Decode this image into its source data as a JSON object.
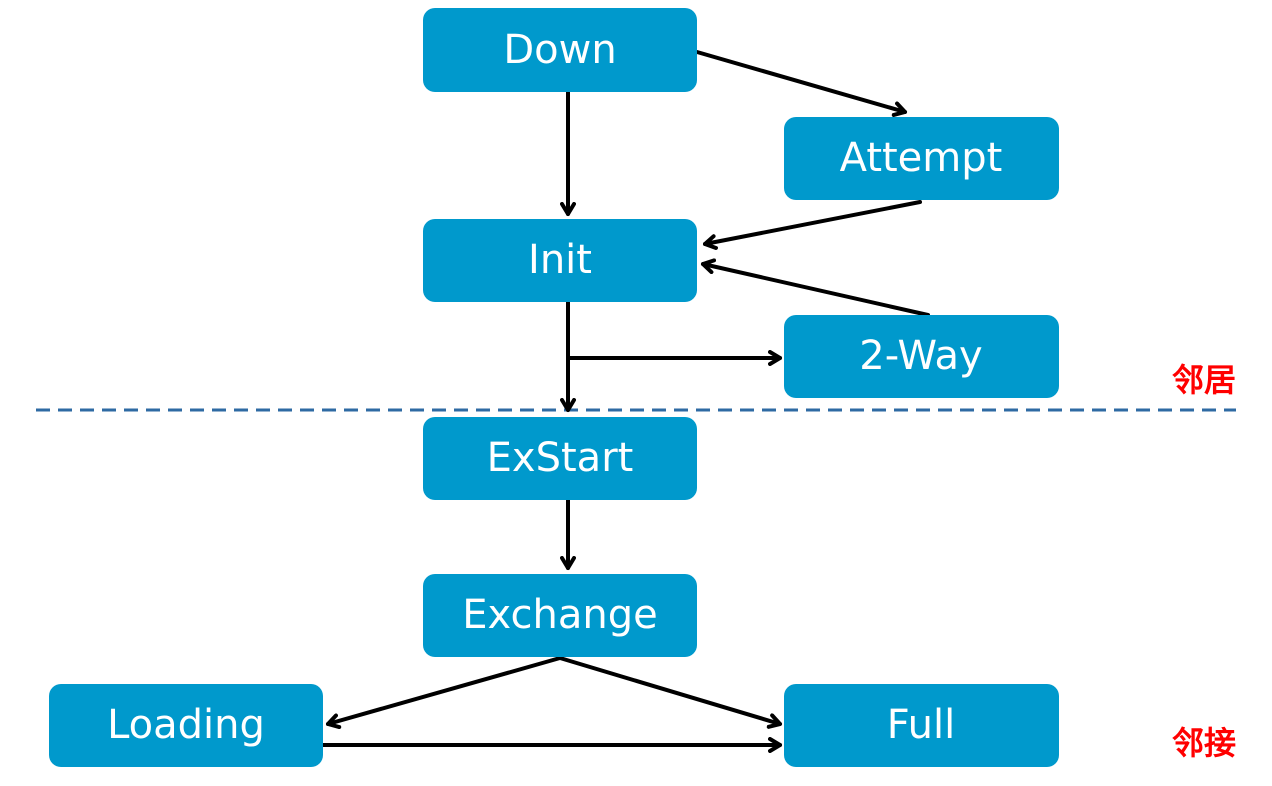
{
  "nodes": {
    "down": "Down",
    "attempt": "Attempt",
    "init": "Init",
    "two_way": "2-Way",
    "exstart": "ExStart",
    "exchange": "Exchange",
    "loading": "Loading",
    "full": "Full"
  },
  "zones": {
    "neighbor": "邻居",
    "adjacency": "邻接"
  },
  "colors": {
    "node_fill": "#0099cc",
    "node_text": "#ffffff",
    "edge": "#000000",
    "divider": "#2e6aa3",
    "zone_label": "#ff0000"
  }
}
